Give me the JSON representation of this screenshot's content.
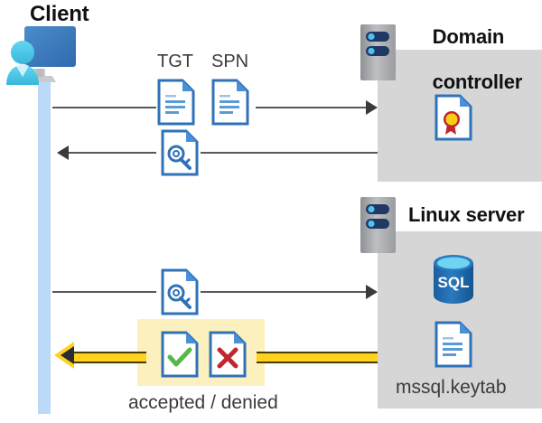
{
  "diagram": {
    "title_client": "Client",
    "title_domain_controller": "Domain\ncontroller",
    "title_linux_server": "Linux server",
    "label_tgt": "TGT",
    "label_spn": "SPN",
    "label_accepted_denied": "accepted / denied",
    "label_keytab": "mssql.keytab",
    "label_sql": "SQL"
  },
  "colors": {
    "panel_gray": "#d6d6d6",
    "lifeline_blue": "#bcd9f7",
    "doc_border_blue": "#2f72b8",
    "doc_fold_blue": "#4a90d9",
    "doc_line_blue": "#5b9bd5",
    "arrow_gray": "#58585b",
    "arrow_yellow": "#ffd21f",
    "arrow_yellow_outline": "#4a3c06",
    "highlight_yellow": "#fdf0bf",
    "check_green": "#57b84a",
    "cross_red": "#c0272d",
    "seal_yellow": "#f7d117",
    "seal_red": "#c0272d",
    "sql_blue": "#1f6cb0",
    "sql_top_cyan": "#5ec8ef",
    "server_gray": "#a6a6aa",
    "server_pill_navy": "#1f3864",
    "server_dot_cyan": "#4ec3f0",
    "monitor_blue": "#3e7ec0",
    "person_cyan": "#4ec8e8",
    "text_dark": "#3b3b3b",
    "title_black": "#111111"
  },
  "icons": {
    "client": "user-monitor-icon",
    "tgt_doc": "document-icon",
    "spn_doc": "document-icon",
    "key_doc_1": "key-document-icon",
    "key_doc_2": "key-document-icon",
    "accept_doc": "check-document-icon",
    "deny_doc": "cross-document-icon",
    "certificate": "certificate-document-icon",
    "sql_db": "sql-database-icon",
    "keytab_doc": "document-icon",
    "server_dc": "server-rack-icon",
    "server_linux": "server-rack-icon"
  },
  "flows": [
    {
      "name": "client-to-dc-request",
      "direction": "right"
    },
    {
      "name": "dc-to-client-ticket",
      "direction": "left"
    },
    {
      "name": "client-to-linux-ticket",
      "direction": "right"
    },
    {
      "name": "linux-to-client-result",
      "direction": "left",
      "style": "yellow"
    }
  ]
}
